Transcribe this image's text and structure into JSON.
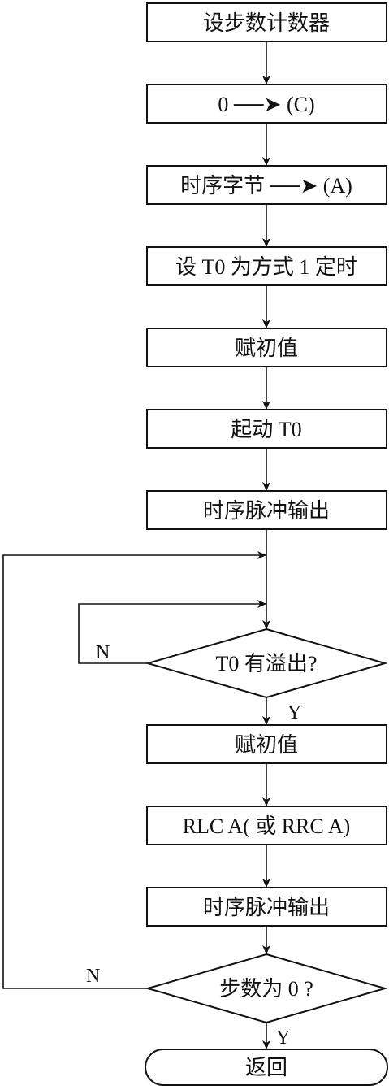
{
  "flowchart": {
    "steps": [
      {
        "id": "init-counter",
        "label": "设步数计数器"
      },
      {
        "id": "clear-c",
        "label": "0 ──➤ (C)"
      },
      {
        "id": "load-a",
        "label": "时序字节 ──➤ (A)"
      },
      {
        "id": "set-t0",
        "label": "设 T0 为方式 1 定时"
      },
      {
        "id": "init-value-1",
        "label": "赋初值"
      },
      {
        "id": "start-t0",
        "label": "起动 T0"
      },
      {
        "id": "pulse-out-1",
        "label": "时序脉冲输出"
      },
      {
        "id": "init-value-2",
        "label": "赋初值"
      },
      {
        "id": "rotate",
        "label": "RLC A( 或 RRC A)"
      },
      {
        "id": "pulse-out-2",
        "label": "时序脉冲输出"
      }
    ],
    "decisions": [
      {
        "id": "t0-overflow",
        "label": "T0 有溢出?",
        "no_label": "N",
        "yes_label": "Y"
      },
      {
        "id": "steps-zero",
        "label": "步数为 0 ?",
        "no_label": "N",
        "yes_label": "Y"
      }
    ],
    "terminal": {
      "id": "return",
      "label": "返回"
    }
  }
}
